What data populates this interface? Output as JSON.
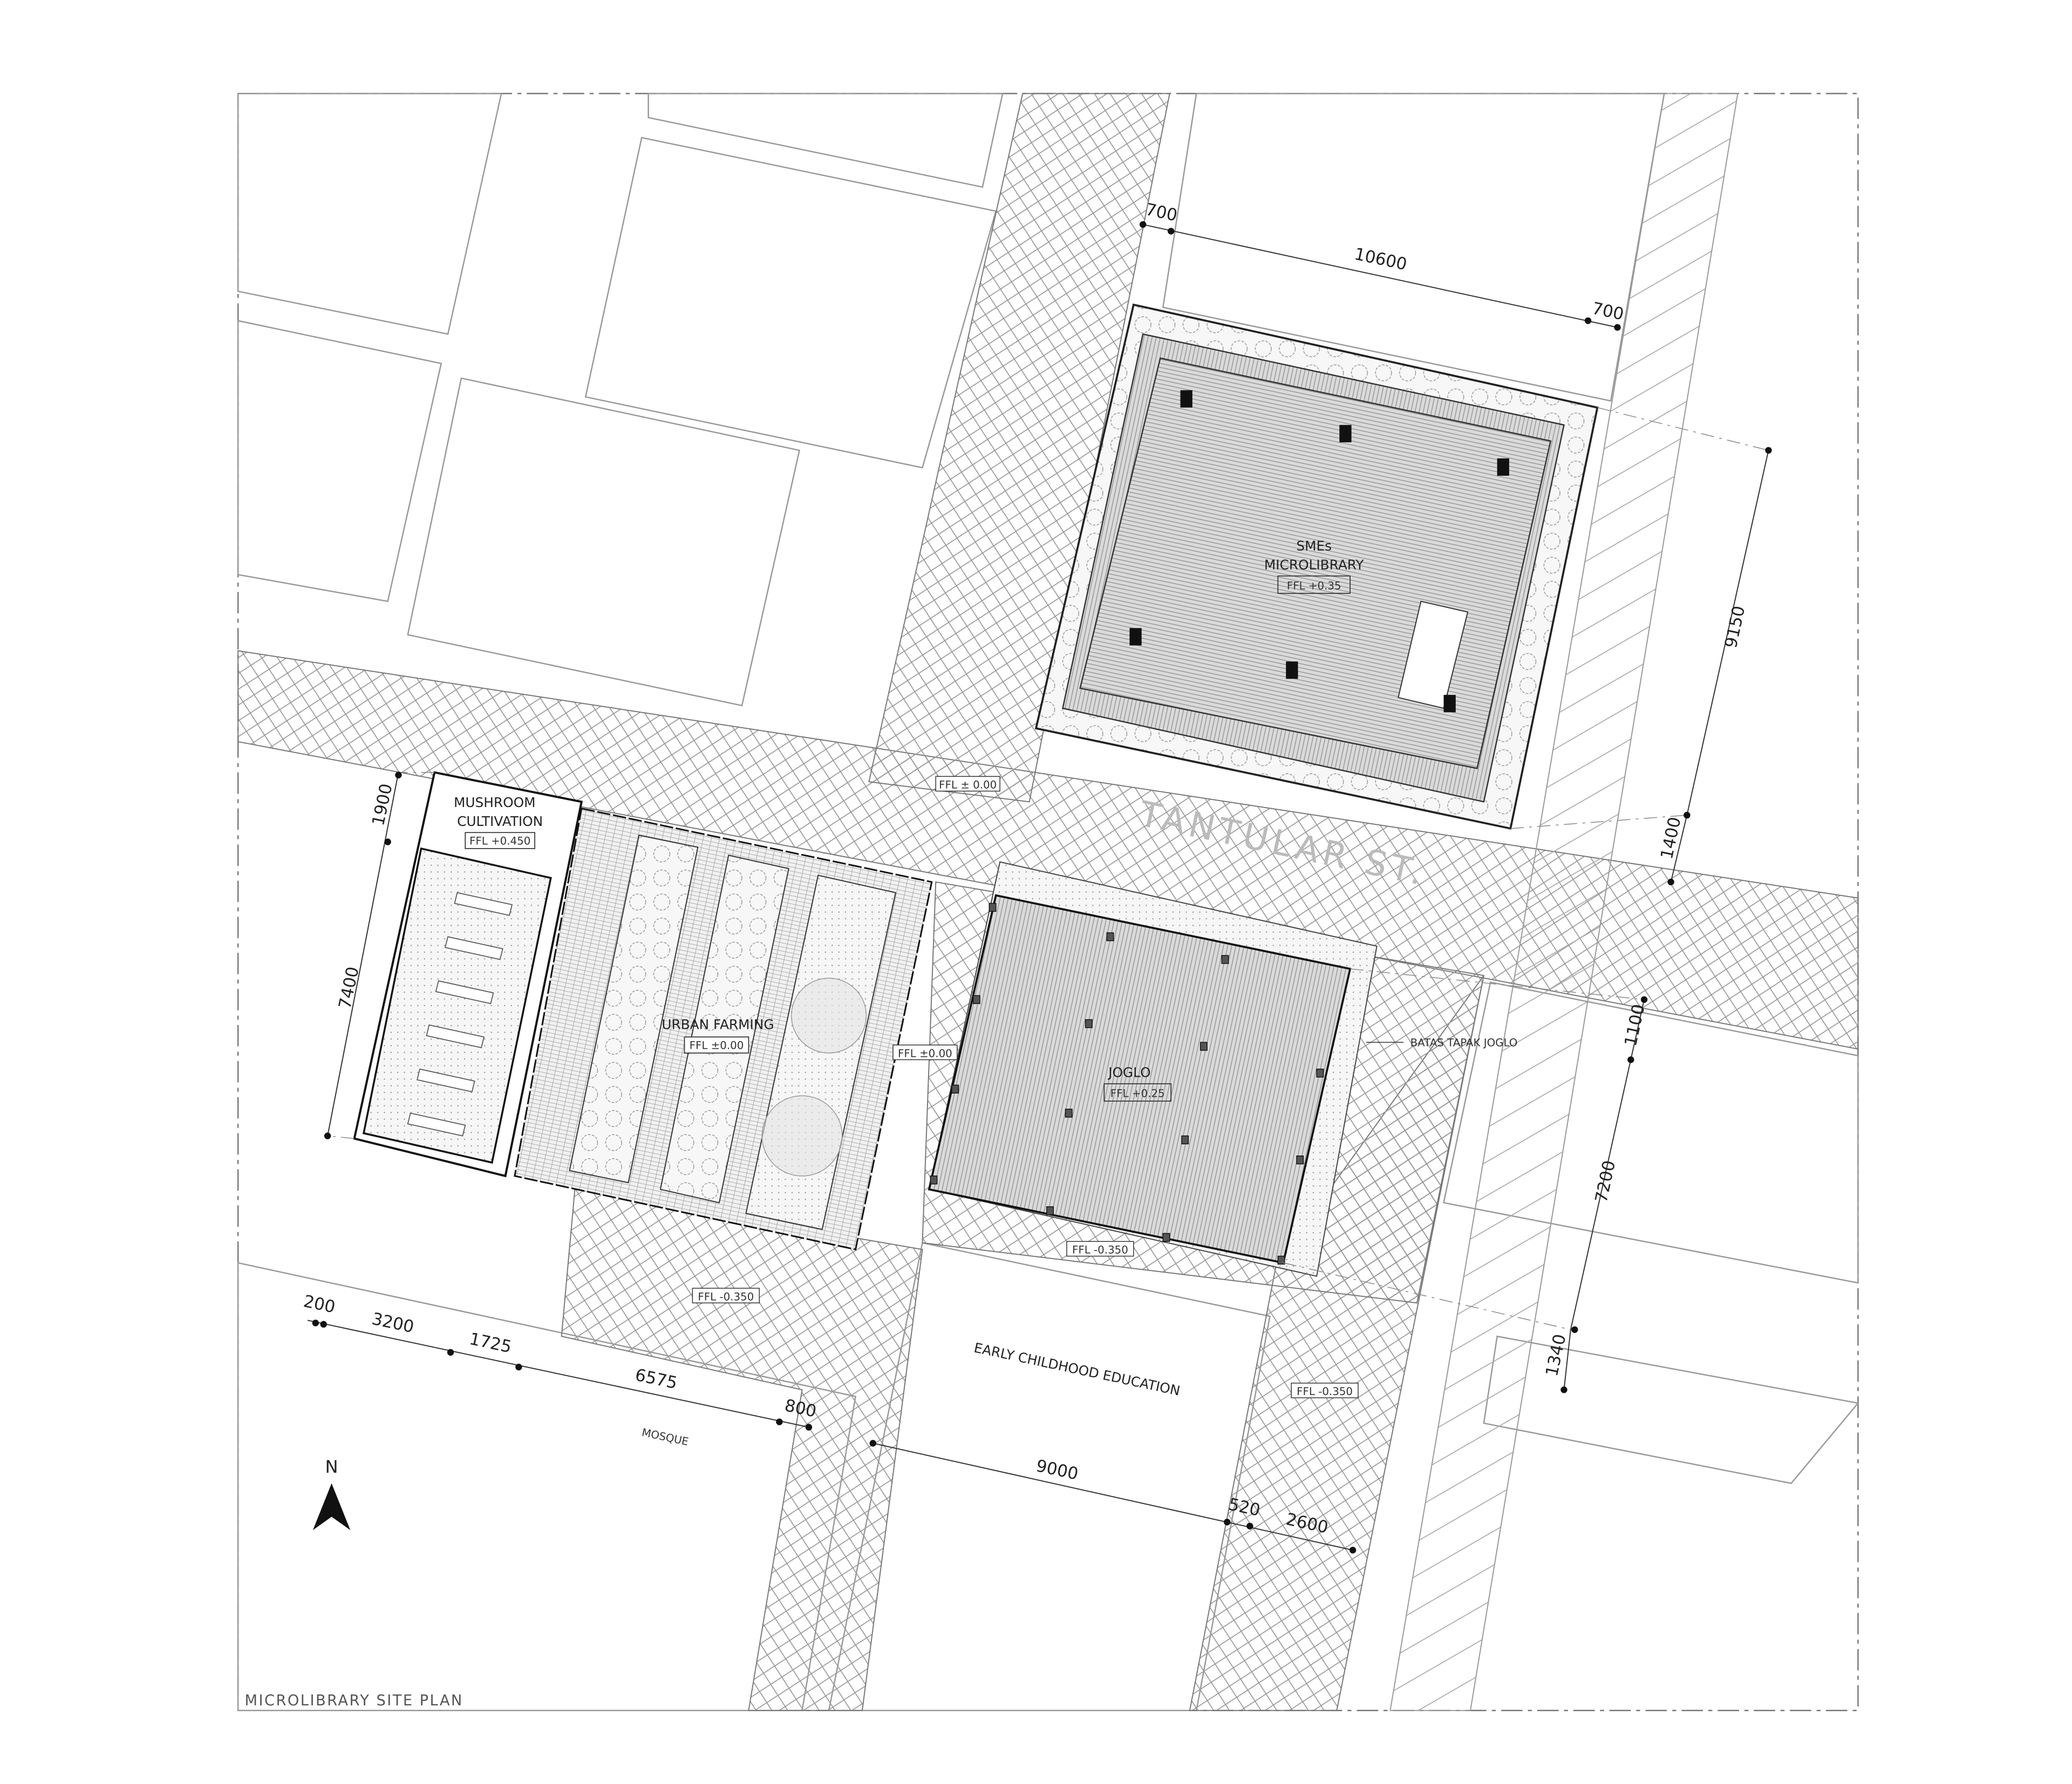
{
  "title": "MICROLIBRARY SITE PLAN",
  "north_label": "N",
  "street": "TANTULAR ST.",
  "colors": {
    "line": "#222222",
    "hatch": "#9a9a9a",
    "floor_fill": "#d2d2d2",
    "paving": "#c8c8c8"
  },
  "buildings": {
    "smes": {
      "name1": "SMEs",
      "name2": "MICROLIBRARY",
      "ffl": "FFL +0.35"
    },
    "joglo": {
      "name": "JOGLO",
      "ffl": "FFL +0.25",
      "boundary_note": "BATAS TAPAK JOGLO"
    },
    "mushroom": {
      "name1": "MUSHROOM",
      "name2": "CULTIVATION",
      "ffl": "FFL +0.450"
    },
    "urban_farming": {
      "name": "URBAN FARMING",
      "ffl": "FFL ±0.00"
    }
  },
  "neighbors": {
    "school": "EARLY CHILDHOOD EDUCATION",
    "mosque": "MOSQUE"
  },
  "levels": {
    "street": "FFL ± 0.00",
    "bridge": "FFL ±0.00",
    "joglo_south": "FFL -0.350",
    "farm_south": "FFL -0.350",
    "east_path": "FFL -0.350"
  },
  "dimensions": {
    "smes_top_left": "700",
    "smes_width": "10600",
    "smes_top_right": "700",
    "smes_depth": "9150",
    "smes_front": "1400",
    "joglo_top": "1100",
    "joglo_depth": "7200",
    "joglo_bottom": "1340",
    "mushroom_front": "1900",
    "mushroom_depth": "7400",
    "bottom_a": "200",
    "bottom_b": "3200",
    "bottom_c": "1725",
    "bottom_d": "6575",
    "bottom_e": "800",
    "joglo_width": "9000",
    "joglo_gap": "520",
    "joglo_side": "2600"
  }
}
